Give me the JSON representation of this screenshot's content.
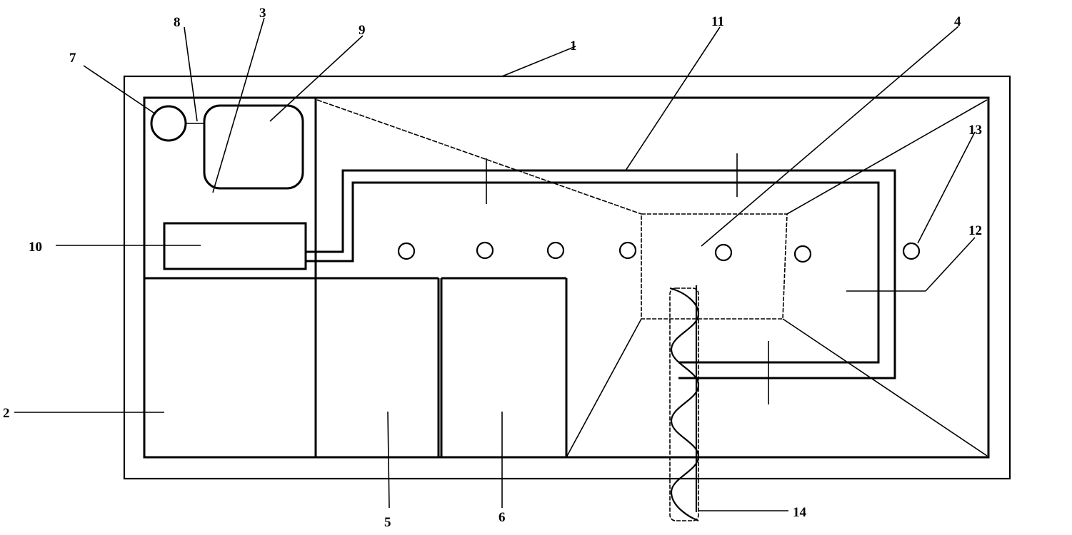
{
  "diagram": {
    "labels": {
      "n1": "1",
      "n2": "2",
      "n3": "3",
      "n4": "4",
      "n5": "5",
      "n6": "6",
      "n7": "7",
      "n8": "8",
      "n9": "9",
      "n10": "10",
      "n11": "11",
      "n12": "12",
      "n13": "13",
      "n14": "14"
    },
    "colors": {
      "line": "#000000",
      "background": "#ffffff"
    }
  }
}
